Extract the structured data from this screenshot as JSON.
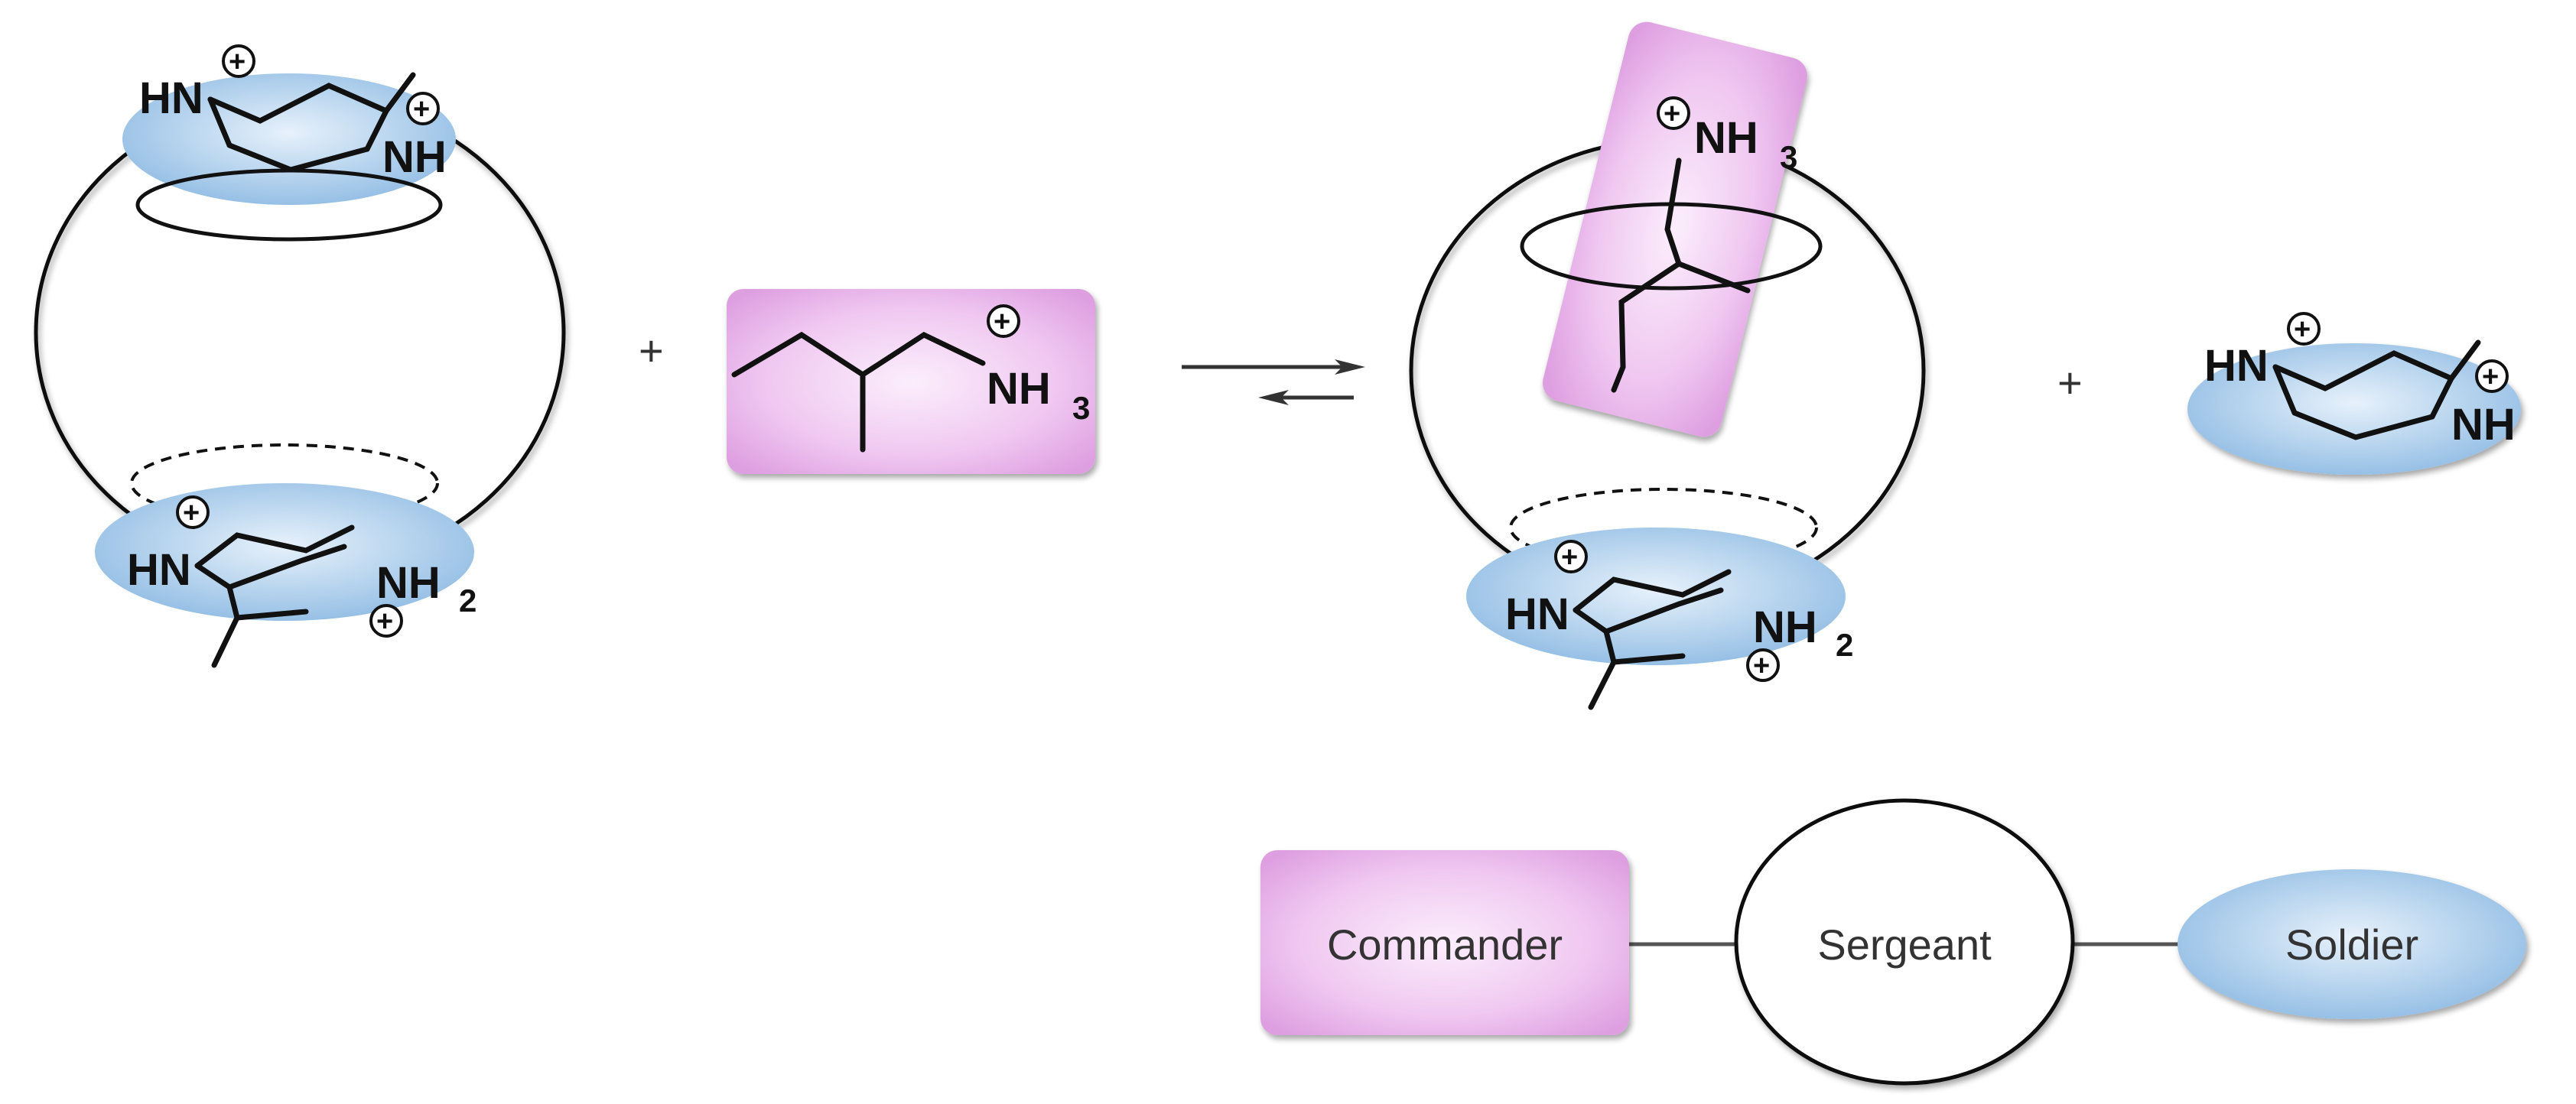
{
  "atoms": {
    "hn": "HN",
    "nh": "NH",
    "nh2": "NH",
    "nh3": "NH",
    "sub2": "2",
    "sub3": "3",
    "plus_charge": "+"
  },
  "operators": {
    "plus": "+"
  },
  "legend": {
    "commander": "Commander",
    "sergeant": "Sergeant",
    "soldier": "Soldier"
  },
  "colors": {
    "soldier_fill": "#a9cbea",
    "commander_fill": "#e9b5eb",
    "line": "#111111"
  }
}
